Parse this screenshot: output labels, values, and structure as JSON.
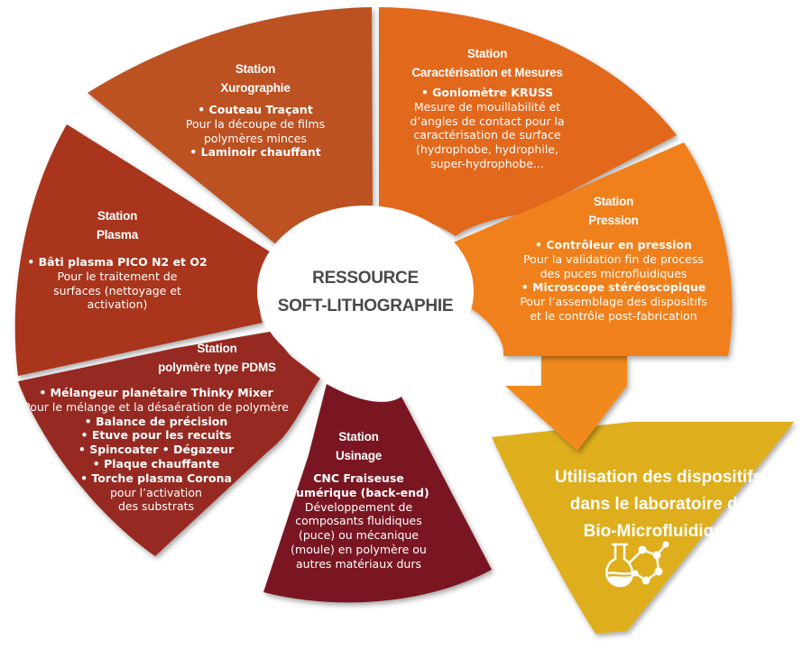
{
  "center": {
    "line1": "RESSOURCE",
    "line2": "SOFT-LITHOGRAPHIE"
  },
  "colors": {
    "xurographie": "#bc5120",
    "caracterisation": "#e2671f",
    "pression": "#f0801f",
    "plasma": "#a8361e",
    "pdms": "#962a22",
    "usinage": "#7a1522",
    "laboratoire": "#deae1f",
    "center": "#ffffff",
    "arrow": "#f18a1d"
  },
  "stations": {
    "xurographie": {
      "title": [
        "Station",
        "Xurographie"
      ],
      "lines": [
        {
          "text": "• Couteau Traçant",
          "bold": true
        },
        {
          "text": "Pour la découpe de films",
          "bold": false
        },
        {
          "text": "polymères minces",
          "bold": false
        },
        {
          "text": "• Laminoir chauffant",
          "bold": true
        }
      ]
    },
    "caracterisation": {
      "title": [
        "Station",
        "Caractérisation et Mesures"
      ],
      "lines": [
        {
          "text": "• Goniomètre KRUSS",
          "bold": true
        },
        {
          "text": "Mesure de mouillabilité et",
          "bold": false
        },
        {
          "text": "d’angles de contact pour la",
          "bold": false
        },
        {
          "text": "caractérisation de surface",
          "bold": false
        },
        {
          "text": "(hydrophobe, hydrophile,",
          "bold": false
        },
        {
          "text": "super-hydrophobe...",
          "bold": false
        }
      ]
    },
    "pression": {
      "title": [
        "Station",
        "Pression"
      ],
      "lines": [
        {
          "text": "• Contrôleur en pression",
          "bold": true
        },
        {
          "text": "Pour la validation fin de process",
          "bold": false
        },
        {
          "text": "des puces microfluidiques",
          "bold": false
        },
        {
          "text": "• Microscope stéréoscopique",
          "bold": true
        },
        {
          "text": "Pour l’assemblage des dispositifs",
          "bold": false
        },
        {
          "text": "et le contrôle post-fabrication",
          "bold": false
        }
      ]
    },
    "plasma": {
      "title": [
        "Station",
        "Plasma"
      ],
      "lines": [
        {
          "text": "• Bâti plasma PICO N2 et O2",
          "bold": true
        },
        {
          "text": "Pour le traitement de",
          "bold": false
        },
        {
          "text": "surfaces (nettoyage et",
          "bold": false
        },
        {
          "text": "activation)",
          "bold": false
        }
      ]
    },
    "pdms": {
      "title": [
        "Station",
        "polymère type PDMS"
      ],
      "lines": [
        {
          "text": "• Mélangeur planétaire Thinky Mixer",
          "bold": true
        },
        {
          "text": "Pour le mélange et la désaération de polymère",
          "bold": false
        },
        {
          "text": "• Balance de précision",
          "bold": true
        },
        {
          "text": "• Etuve pour les recuits",
          "bold": true
        },
        {
          "text": "• Spincoater • Dégazeur",
          "bold": true
        },
        {
          "text": "• Plaque chauffante",
          "bold": true
        },
        {
          "text": "• Torche plasma Corona",
          "bold": true
        },
        {
          "text": "pour l’activation",
          "bold": false
        },
        {
          "text": "des substrats",
          "bold": false
        }
      ]
    },
    "usinage": {
      "title": [
        "Station",
        "Usinage"
      ],
      "lines": [
        {
          "text": "CNC Fraiseuse",
          "bold": true
        },
        {
          "text": "numérique (back-end)",
          "bold": true
        },
        {
          "text": "Développement de",
          "bold": false
        },
        {
          "text": "composants fluidiques",
          "bold": false
        },
        {
          "text": "(puce) ou mécanique",
          "bold": false
        },
        {
          "text": "(moule) en polymère ou",
          "bold": false
        },
        {
          "text": "autres matériaux durs",
          "bold": false
        }
      ]
    }
  },
  "laboratory": {
    "lines": [
      "Utilisation des dispositifs",
      "dans le laboratoire de",
      "Bio-Microfluidique"
    ],
    "icon": "chemistry-flask-molecule-icon"
  }
}
